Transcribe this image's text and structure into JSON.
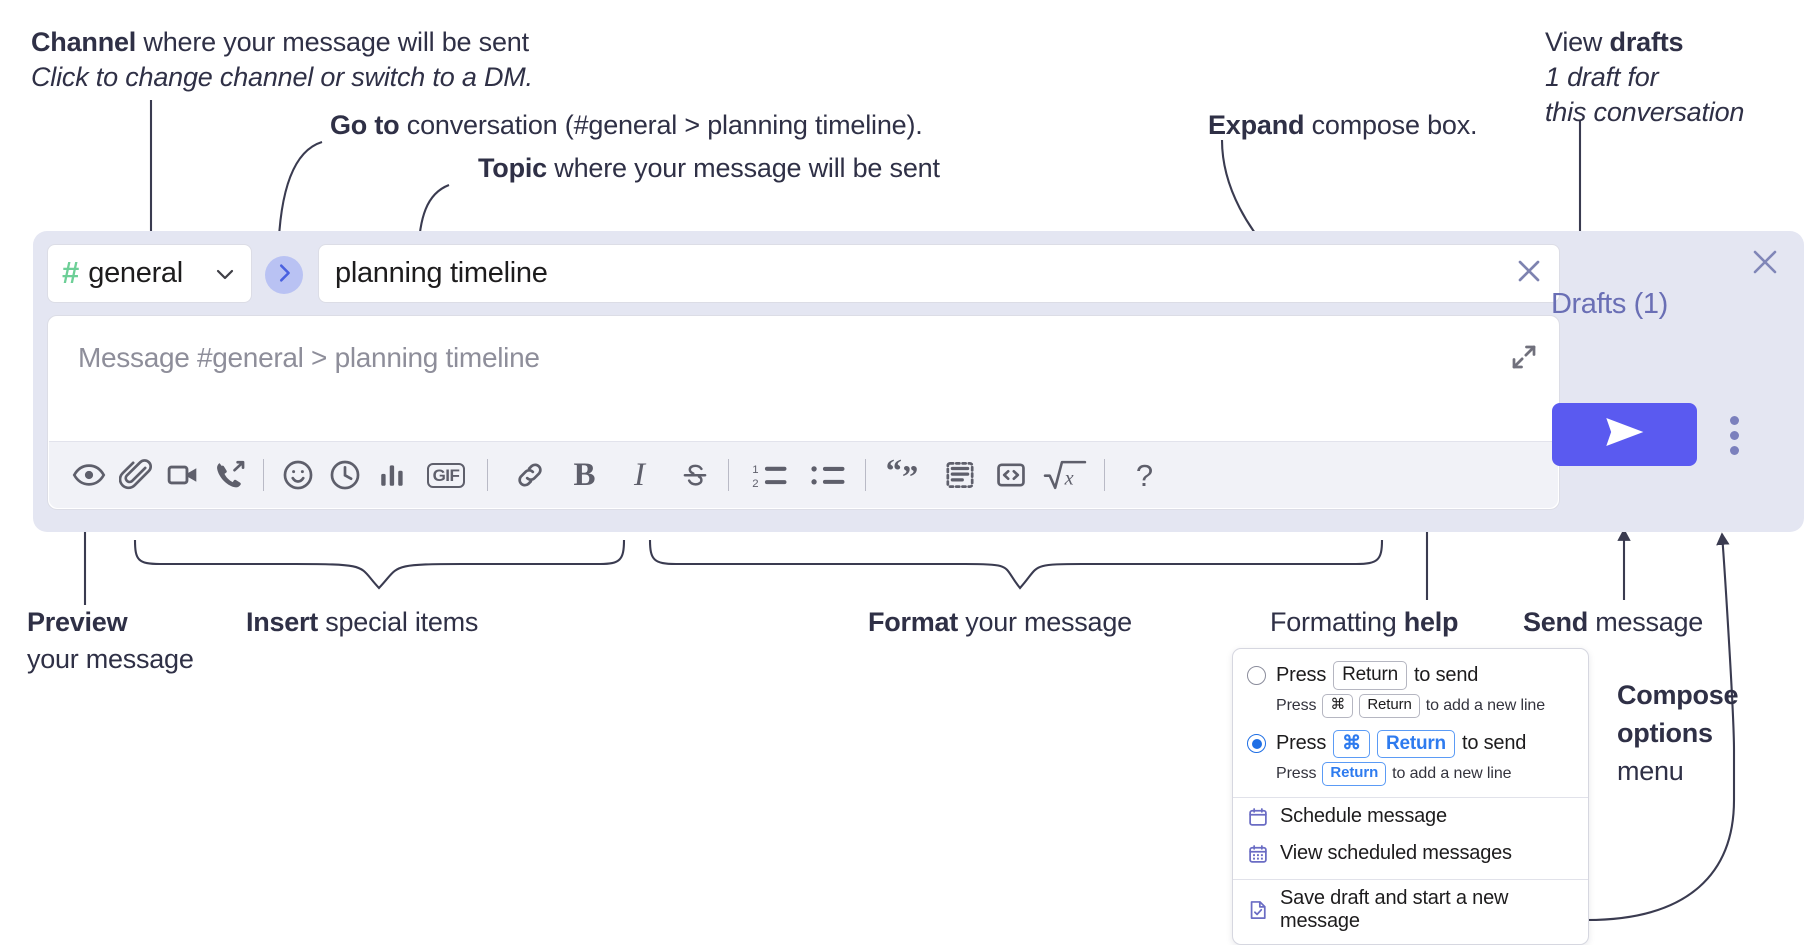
{
  "annotations": {
    "channel_title_strong": "Channel",
    "channel_title_rest": " where your message will be sent",
    "channel_sub": "Click to change channel or switch to a DM.",
    "goto_strong": "Go to",
    "goto_rest": " conversation (#general > planning timeline).",
    "topic_strong": "Topic",
    "topic_rest": " where your message will be sent",
    "expand_strong": "Expand",
    "expand_rest": " compose box.",
    "drafts_strong_pre": "View ",
    "drafts_strong": "drafts",
    "drafts_sub_line1": "1 draft for",
    "drafts_sub_line2": "this conversation",
    "preview_strong": "Preview",
    "preview_line2": "your message",
    "insert_strong": "Insert",
    "insert_rest": " special items",
    "format_strong": "Format",
    "format_rest": " your message",
    "help_pre": "Formatting ",
    "help_strong": "help",
    "send_strong": "Send",
    "send_rest": " message",
    "compose_strong_l1": "Compose",
    "compose_strong_l2": "options",
    "compose_l3": "menu"
  },
  "compose": {
    "channel": {
      "hash": "#",
      "name": "general",
      "chevron_icon": "chevron-down-icon"
    },
    "goto_icon": "chevron-right-icon",
    "topic": {
      "value": "planning timeline",
      "clear_icon": "close-icon"
    },
    "message": {
      "placeholder": "Message #general > planning timeline",
      "expand_icon": "expand-icon"
    },
    "panel_close_icon": "close-icon",
    "drafts_label": "Drafts (1)",
    "send_icon": "send-paper-plane-icon",
    "kebab_icon": "more-options-vertical-icon",
    "toolbar": [
      {
        "name": "preview-message",
        "icon": "eye-icon",
        "group": "preview"
      },
      {
        "name": "attach-file",
        "icon": "paperclip-icon",
        "group": "insert"
      },
      {
        "name": "record-video-clip",
        "icon": "video-camera-icon",
        "group": "insert"
      },
      {
        "name": "record-audio-clip",
        "icon": "phone-forward-icon",
        "group": "insert"
      },
      {
        "name": "divider-1",
        "icon": "divider",
        "group": "sep"
      },
      {
        "name": "emoji",
        "icon": "smiley-icon",
        "group": "insert"
      },
      {
        "name": "schedule-send",
        "icon": "clock-icon",
        "group": "insert"
      },
      {
        "name": "create-poll",
        "icon": "bar-chart-icon",
        "group": "insert"
      },
      {
        "name": "insert-gif",
        "icon": "gif-icon",
        "label": "GIF",
        "group": "insert"
      },
      {
        "name": "divider-2",
        "icon": "divider",
        "group": "sep"
      },
      {
        "name": "insert-link",
        "icon": "link-icon",
        "group": "format"
      },
      {
        "name": "bold",
        "icon": "bold-icon",
        "label": "B",
        "group": "format"
      },
      {
        "name": "italic",
        "icon": "italic-icon",
        "label": "I",
        "group": "format"
      },
      {
        "name": "strikethrough",
        "icon": "strikethrough-icon",
        "group": "format"
      },
      {
        "name": "divider-3",
        "icon": "divider",
        "group": "sep"
      },
      {
        "name": "ordered-list",
        "icon": "ordered-list-icon",
        "group": "format"
      },
      {
        "name": "bulleted-list",
        "icon": "bulleted-list-icon",
        "group": "format"
      },
      {
        "name": "divider-4",
        "icon": "divider",
        "group": "sep"
      },
      {
        "name": "blockquote",
        "icon": "quote-icon",
        "group": "format"
      },
      {
        "name": "code-block",
        "icon": "code-block-icon",
        "group": "format"
      },
      {
        "name": "inline-code",
        "icon": "code-brackets-icon",
        "group": "format"
      },
      {
        "name": "latex",
        "icon": "square-root-x-icon",
        "group": "format"
      },
      {
        "name": "divider-5",
        "icon": "divider",
        "group": "sep"
      },
      {
        "name": "formatting-help",
        "icon": "question-mark-icon",
        "label": "?",
        "group": "help"
      }
    ]
  },
  "popup": {
    "options": [
      {
        "selected": false,
        "main_pre": "Press",
        "main_keys": [
          "Return"
        ],
        "main_post": "to send",
        "sub_pre": "Press",
        "sub_keys": [
          "⌘",
          "Return"
        ],
        "sub_post": "to add a new line"
      },
      {
        "selected": true,
        "main_pre": "Press",
        "main_keys": [
          "⌘",
          "Return"
        ],
        "main_post": "to send",
        "sub_pre": "Press",
        "sub_keys": [
          "Return"
        ],
        "sub_post": "to add a new line"
      }
    ],
    "items": [
      {
        "label": "Schedule message",
        "icon": "calendar-icon"
      },
      {
        "label": "View scheduled messages",
        "icon": "calendar-grid-icon"
      },
      {
        "label": "Save draft and start a new message",
        "icon": "document-check-icon"
      }
    ]
  },
  "colors": {
    "panel_bg": "#e4e6f2",
    "send_button": "#5a5af0",
    "hash_green": "#6dcf97",
    "goto_circle": "#b9c2f3",
    "drafts_text": "#6a6fb5",
    "radio_blue": "#1f6fe5",
    "menu_icon": "#6a6cc4",
    "annotation_text": "#2f3046"
  }
}
